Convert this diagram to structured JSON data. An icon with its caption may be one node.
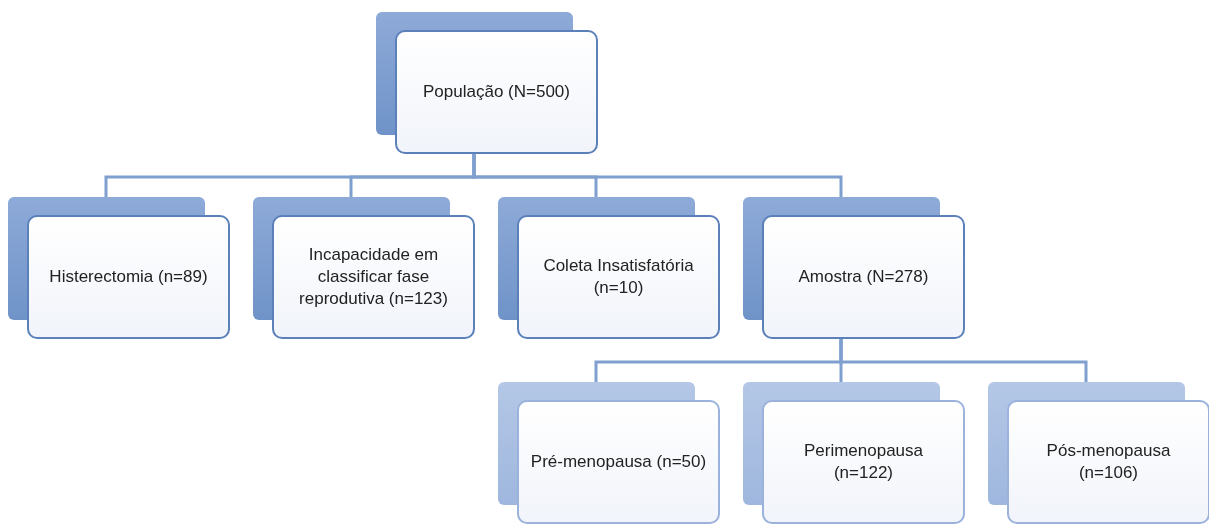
{
  "diagram": {
    "nodes": [
      {
        "text": [
          "População (N=500)"
        ]
      },
      {
        "text": [
          "Histerectomia (n=89)"
        ]
      },
      {
        "text": [
          "Incapacidade em classificar fase reprodutiva (n=123)"
        ]
      },
      {
        "text": [
          "Coleta Insatisfatória (n=10)"
        ]
      },
      {
        "text": [
          "Amostra (N=278)"
        ]
      },
      {
        "text": [
          "Pré-menopausa (n=50)"
        ]
      },
      {
        "text": [
          "Perimenopausa (n=122)"
        ]
      },
      {
        "text": [
          "Pós-menopausa (n=106)"
        ]
      }
    ],
    "edges": [
      {
        "from": 0,
        "to": 1,
        "arrow": "none"
      },
      {
        "from": 0,
        "to": 2,
        "arrow": "none"
      },
      {
        "from": 0,
        "to": 3,
        "arrow": "none"
      },
      {
        "from": 0,
        "to": 4,
        "arrow": "none"
      },
      {
        "from": 4,
        "to": 5,
        "arrow": "none"
      },
      {
        "from": 4,
        "to": 6,
        "arrow": "none"
      },
      {
        "from": 4,
        "to": 7,
        "arrow": "none"
      }
    ]
  }
}
